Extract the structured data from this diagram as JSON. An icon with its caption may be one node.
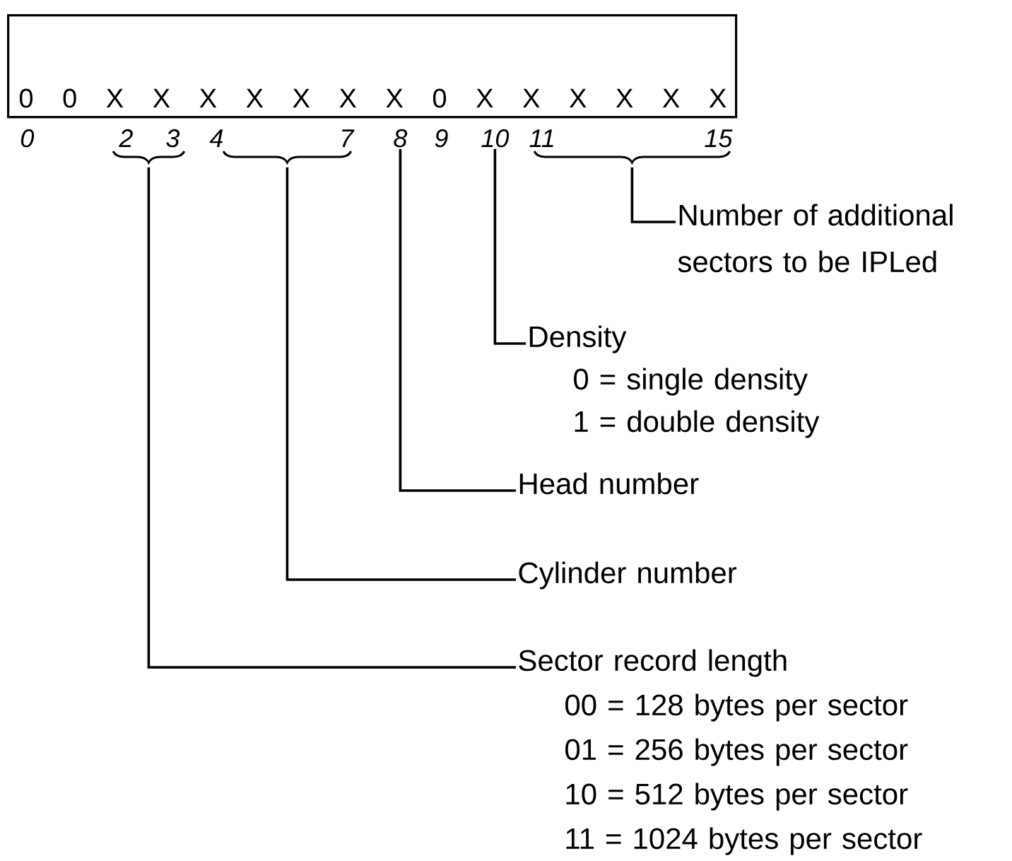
{
  "diagram": {
    "nodes": [
      {
        "text": [
          "0 0 X X X X X X X 0 X X X X X X"
        ]
      },
      {
        "text": [],
        "shape": "brace"
      },
      {
        "text": [],
        "shape": "brace"
      },
      {
        "text": [
          "8"
        ]
      },
      {
        "text": [
          "10"
        ]
      },
      {
        "text": [],
        "shape": "brace"
      },
      {
        "text": [
          "Number of additional sectors to be IPLed"
        ]
      },
      {
        "text": [
          "Density",
          "0 = single density",
          "1 = double density"
        ]
      },
      {
        "text": [
          "Head number"
        ]
      },
      {
        "text": [
          "Cylinder number"
        ]
      },
      {
        "text": [
          "Sector record length",
          "00 = 128 bytes per sector",
          "01 = 256 bytes per sector",
          "10 = 512 bytes per sector",
          "11 = 1024 bytes per sector"
        ]
      }
    ],
    "edges": [
      {
        "from": 5,
        "to": 6,
        "arrow": "none"
      },
      {
        "from": 4,
        "to": 7,
        "arrow": "none"
      },
      {
        "from": 3,
        "to": 8,
        "arrow": "none"
      },
      {
        "from": 2,
        "to": 9,
        "arrow": "none"
      },
      {
        "from": 1,
        "to": 10,
        "arrow": "none"
      }
    ],
    "labels": [
      "0",
      "2",
      "3",
      "4",
      "7",
      "9",
      "11",
      "15"
    ]
  }
}
